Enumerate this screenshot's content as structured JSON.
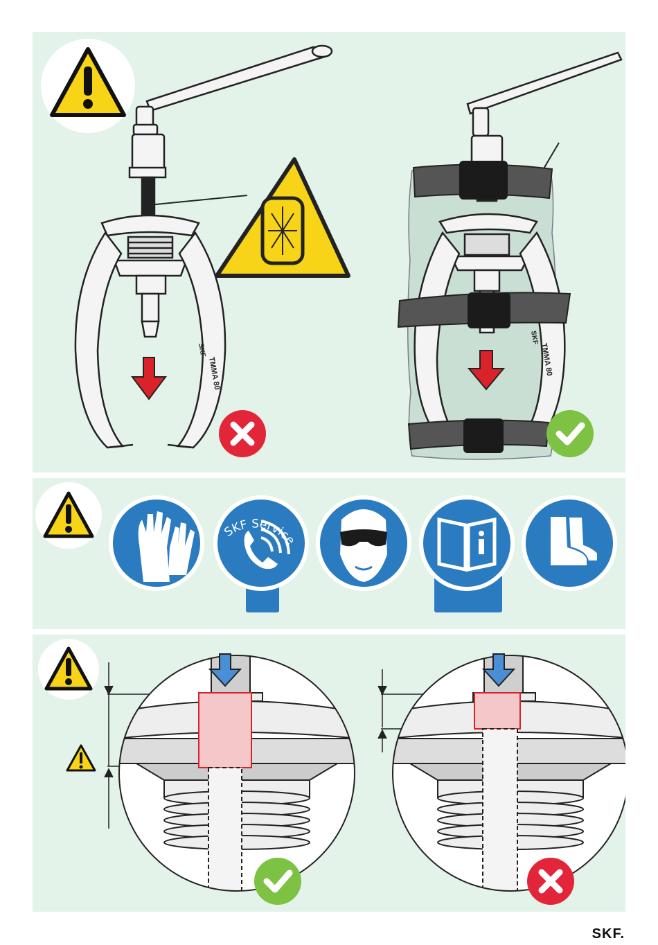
{
  "brand": {
    "logo_text": "SKF."
  },
  "colors": {
    "panel_bg": "#e3f3ea",
    "warning_yellow": "#f7d417",
    "safety_blue": "#2a7bbf",
    "cross_red": "#e3253a",
    "check_green": "#7dc242",
    "arrow_red": "#d9222a",
    "arrow_blue": "#4a8fd6"
  },
  "panel_1": {
    "left_tool_label": "TMMA 80",
    "left_tool_brand": "SKF",
    "right_tool_label": "TMMA 80",
    "right_tool_brand": "SKF",
    "left_verdict_icon": "cross-icon",
    "right_verdict_icon": "check-icon"
  },
  "panel_2": {
    "ppe_icons": [
      "gloves-icon",
      "skf-service-phone-icon",
      "safety-glasses-icon",
      "read-manual-icon",
      "safety-boots-icon"
    ],
    "service_label": "SKF Service"
  },
  "panel_3": {
    "left_verdict_icon": "check-icon",
    "right_verdict_icon": "cross-icon"
  }
}
